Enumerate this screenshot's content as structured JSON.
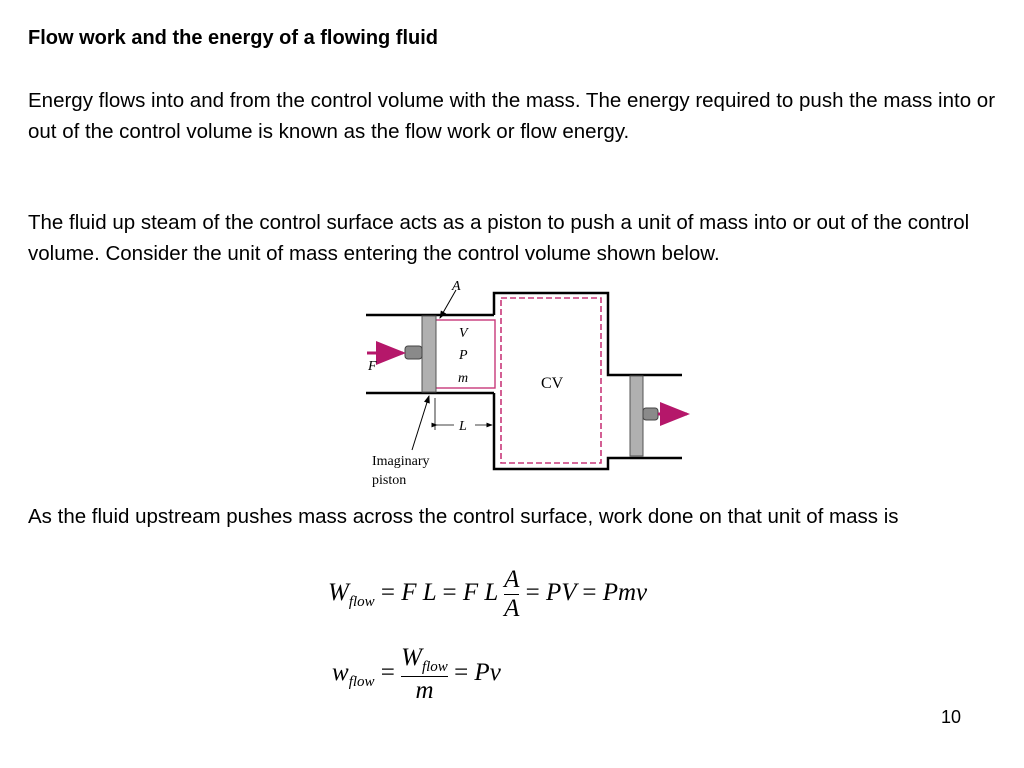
{
  "slide": {
    "title": "Flow work and the energy of a flowing fluid",
    "paragraph1": "Energy flows into and from the control volume with the mass. The energy required to push the mass into or out of the control volume is known as the flow work or flow energy.",
    "paragraph2": "The fluid up steam of the control surface acts as a piston to push a unit of mass into or out of the control volume.  Consider the unit of mass entering the control volume shown below.",
    "paragraph3": "As the fluid upstream pushes mass across the control surface, work done on that unit of mass is",
    "page_number": "10"
  },
  "diagram": {
    "label_area": "A",
    "label_volume": "V",
    "label_pressure": "P",
    "label_mass": "m",
    "label_force": "F",
    "label_cv": "CV",
    "label_length": "L",
    "label_piston_line1": "Imaginary",
    "label_piston_line2": "piston",
    "colors": {
      "arrow": "#b5176a",
      "cv_boundary": "#c8387a",
      "piston": "#b0b0b0"
    }
  },
  "equation1": {
    "lhs_var": "W",
    "lhs_sub": "flow",
    "t1": "F L",
    "t2": "F L",
    "frac_num": "A",
    "frac_den": "A",
    "t3": "PV",
    "t4": "Pmv"
  },
  "equation2": {
    "lhs_var": "w",
    "lhs_sub": "flow",
    "num_var": "W",
    "num_sub": "flow",
    "den": "m",
    "rhs": "Pv"
  }
}
